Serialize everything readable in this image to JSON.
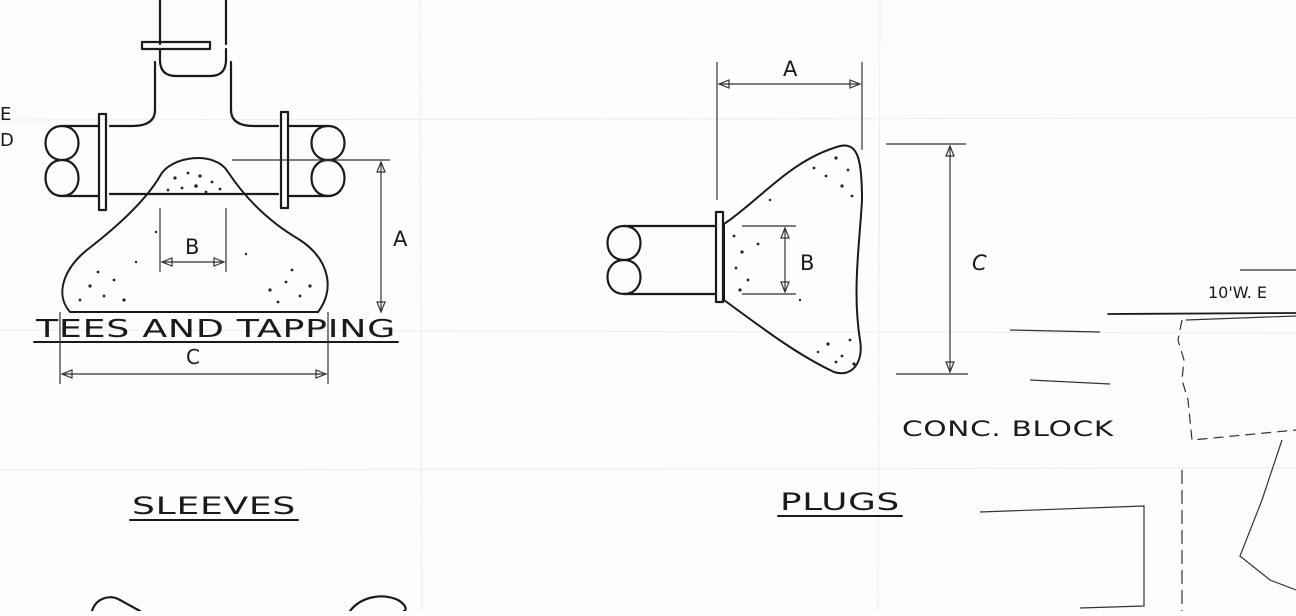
{
  "sheet": {
    "edge_text_top": "E",
    "edge_text_bottom": "D",
    "tees": {
      "title": "TEES AND TAPPING",
      "dim_a": "A",
      "dim_b": "B",
      "dim_c": "C"
    },
    "plugs_detail": {
      "dim_a": "A",
      "dim_b": "B",
      "dim_c": "C",
      "block_label": "CONC. BLOCK"
    },
    "sleeves_title": "SLEEVES",
    "plugs_title": "PLUGS",
    "road_label": "10'W. E"
  },
  "colors": {
    "ink": "#1a1a1a",
    "paper": "#fdfdfc"
  }
}
